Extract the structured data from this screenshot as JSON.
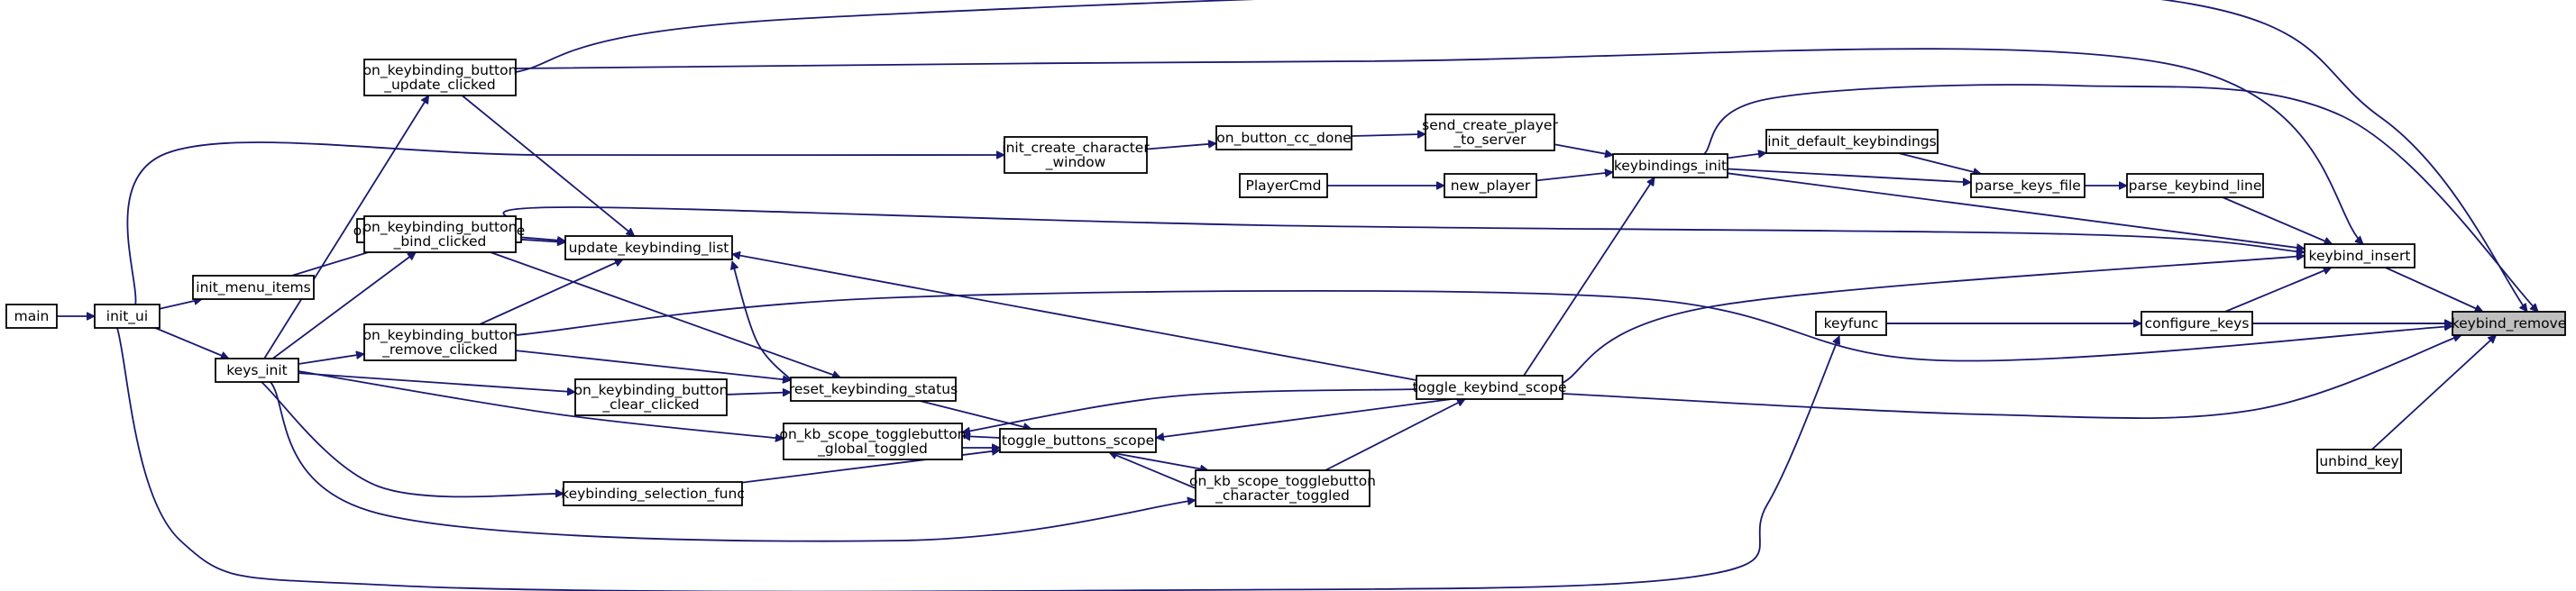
{
  "graph_title": "",
  "colors": {
    "edge": "#191970",
    "root_fill": "#bfbfbf",
    "node_fill": "#ffffff",
    "node_border": "#000000"
  },
  "nodes": {
    "main": [
      "main"
    ],
    "init_ui": [
      "init_ui"
    ],
    "init_menu_items": [
      "init_menu_items"
    ],
    "keys_init": [
      "keys_init"
    ],
    "on_keybindings_activate": [
      "on_keybindings_activate"
    ],
    "on_keybinding_button_update_clicked": [
      "on_keybinding_button",
      "_update_clicked"
    ],
    "on_keybinding_button_bind_clicked": [
      "on_keybinding_button",
      "_bind_clicked"
    ],
    "on_keybinding_button_remove_clicked": [
      "on_keybinding_button",
      "_remove_clicked"
    ],
    "update_keybinding_list": [
      "update_keybinding_list"
    ],
    "on_keybinding_button_clear_clicked": [
      "on_keybinding_button",
      "_clear_clicked"
    ],
    "reset_keybinding_status": [
      "reset_keybinding_status"
    ],
    "on_kb_scope_togglebutton_global_toggled": [
      "on_kb_scope_togglebutton",
      "_global_toggled"
    ],
    "keybinding_selection_func": [
      "keybinding_selection_func"
    ],
    "toggle_buttons_scope": [
      "toggle_buttons_scope"
    ],
    "on_kb_scope_togglebutton_character_toggled": [
      "on_kb_scope_togglebutton",
      "_character_toggled"
    ],
    "init_create_character_window": [
      "init_create_character",
      "_window"
    ],
    "on_button_cc_done": [
      "on_button_cc_done"
    ],
    "send_create_player_to_server": [
      "send_create_player",
      "_to_server"
    ],
    "PlayerCmd": [
      "PlayerCmd"
    ],
    "new_player": [
      "new_player"
    ],
    "toggle_keybind_scope": [
      "toggle_keybind_scope"
    ],
    "keybindings_init": [
      "keybindings_init"
    ],
    "init_default_keybindings": [
      "init_default_keybindings"
    ],
    "parse_keys_file": [
      "parse_keys_file"
    ],
    "parse_keybind_line": [
      "parse_keybind_line"
    ],
    "keyfunc": [
      "keyfunc"
    ],
    "configure_keys": [
      "configure_keys"
    ],
    "keybind_insert": [
      "keybind_insert"
    ],
    "keybind_remove": [
      "keybind_remove"
    ],
    "unbind_key": [
      "unbind_key"
    ]
  },
  "root_node": "keybind_remove",
  "edges": [
    [
      "main",
      "init_ui"
    ],
    [
      "init_ui",
      "init_menu_items"
    ],
    [
      "init_ui",
      "keys_init"
    ],
    [
      "init_menu_items",
      "on_keybindings_activate"
    ],
    [
      "keys_init",
      "on_keybinding_button_update_clicked"
    ],
    [
      "keys_init",
      "on_keybinding_button_bind_clicked"
    ],
    [
      "keys_init",
      "on_keybinding_button_remove_clicked"
    ],
    [
      "keys_init",
      "on_keybinding_button_clear_clicked"
    ],
    [
      "keys_init",
      "on_kb_scope_togglebutton_global_toggled"
    ],
    [
      "keys_init",
      "keybinding_selection_func"
    ],
    [
      "keys_init",
      "on_kb_scope_togglebutton_character_toggled"
    ],
    [
      "on_keybindings_activate",
      "update_keybinding_list"
    ],
    [
      "on_keybinding_button_update_clicked",
      "update_keybinding_list"
    ],
    [
      "on_keybinding_button_bind_clicked",
      "update_keybinding_list"
    ],
    [
      "on_keybinding_button_remove_clicked",
      "update_keybinding_list"
    ],
    [
      "on_keybinding_button_bind_clicked",
      "reset_keybinding_status"
    ],
    [
      "on_keybinding_button_remove_clicked",
      "reset_keybinding_status"
    ],
    [
      "on_keybinding_button_clear_clicked",
      "reset_keybinding_status"
    ],
    [
      "reset_keybinding_status",
      "update_keybinding_list"
    ],
    [
      "reset_keybinding_status",
      "toggle_buttons_scope"
    ],
    [
      "on_kb_scope_togglebutton_global_toggled",
      "toggle_buttons_scope"
    ],
    [
      "keybinding_selection_func",
      "toggle_buttons_scope"
    ],
    [
      "on_kb_scope_togglebutton_character_toggled",
      "toggle_buttons_scope"
    ],
    [
      "toggle_buttons_scope",
      "on_kb_scope_togglebutton_global_toggled"
    ],
    [
      "toggle_buttons_scope",
      "on_kb_scope_togglebutton_character_toggled"
    ],
    [
      "toggle_keybind_scope",
      "update_keybinding_list"
    ],
    [
      "toggle_keybind_scope",
      "on_kb_scope_togglebutton_global_toggled"
    ],
    [
      "toggle_keybind_scope",
      "toggle_buttons_scope"
    ],
    [
      "on_kb_scope_togglebutton_character_toggled",
      "toggle_keybind_scope"
    ],
    [
      "toggle_keybind_scope",
      "keybindings_init"
    ],
    [
      "init_ui",
      "init_create_character_window"
    ],
    [
      "init_create_character_window",
      "on_button_cc_done"
    ],
    [
      "on_button_cc_done",
      "send_create_player_to_server"
    ],
    [
      "send_create_player_to_server",
      "keybindings_init"
    ],
    [
      "PlayerCmd",
      "new_player"
    ],
    [
      "new_player",
      "keybindings_init"
    ],
    [
      "keybindings_init",
      "init_default_keybindings"
    ],
    [
      "keybindings_init",
      "parse_keys_file"
    ],
    [
      "init_default_keybindings",
      "parse_keys_file"
    ],
    [
      "parse_keys_file",
      "parse_keybind_line"
    ],
    [
      "parse_keybind_line",
      "keybind_insert"
    ],
    [
      "keybindings_init",
      "keybind_insert"
    ],
    [
      "configure_keys",
      "keybind_insert"
    ],
    [
      "on_keybinding_button_update_clicked",
      "keybind_insert"
    ],
    [
      "on_keybinding_button_bind_clicked",
      "keybind_insert"
    ],
    [
      "toggle_keybind_scope",
      "keybind_insert"
    ],
    [
      "keyfunc",
      "configure_keys"
    ],
    [
      "init_ui",
      "keyfunc"
    ],
    [
      "configure_keys",
      "keybind_remove"
    ],
    [
      "keybind_insert",
      "keybind_remove"
    ],
    [
      "unbind_key",
      "keybind_remove"
    ],
    [
      "on_keybinding_button_update_clicked",
      "keybind_remove"
    ],
    [
      "keybindings_init",
      "keybind_remove"
    ],
    [
      "on_keybinding_button_remove_clicked",
      "keybind_remove"
    ],
    [
      "toggle_keybind_scope",
      "keybind_remove"
    ],
    [
      "keyfunc",
      "keybind_remove"
    ]
  ]
}
